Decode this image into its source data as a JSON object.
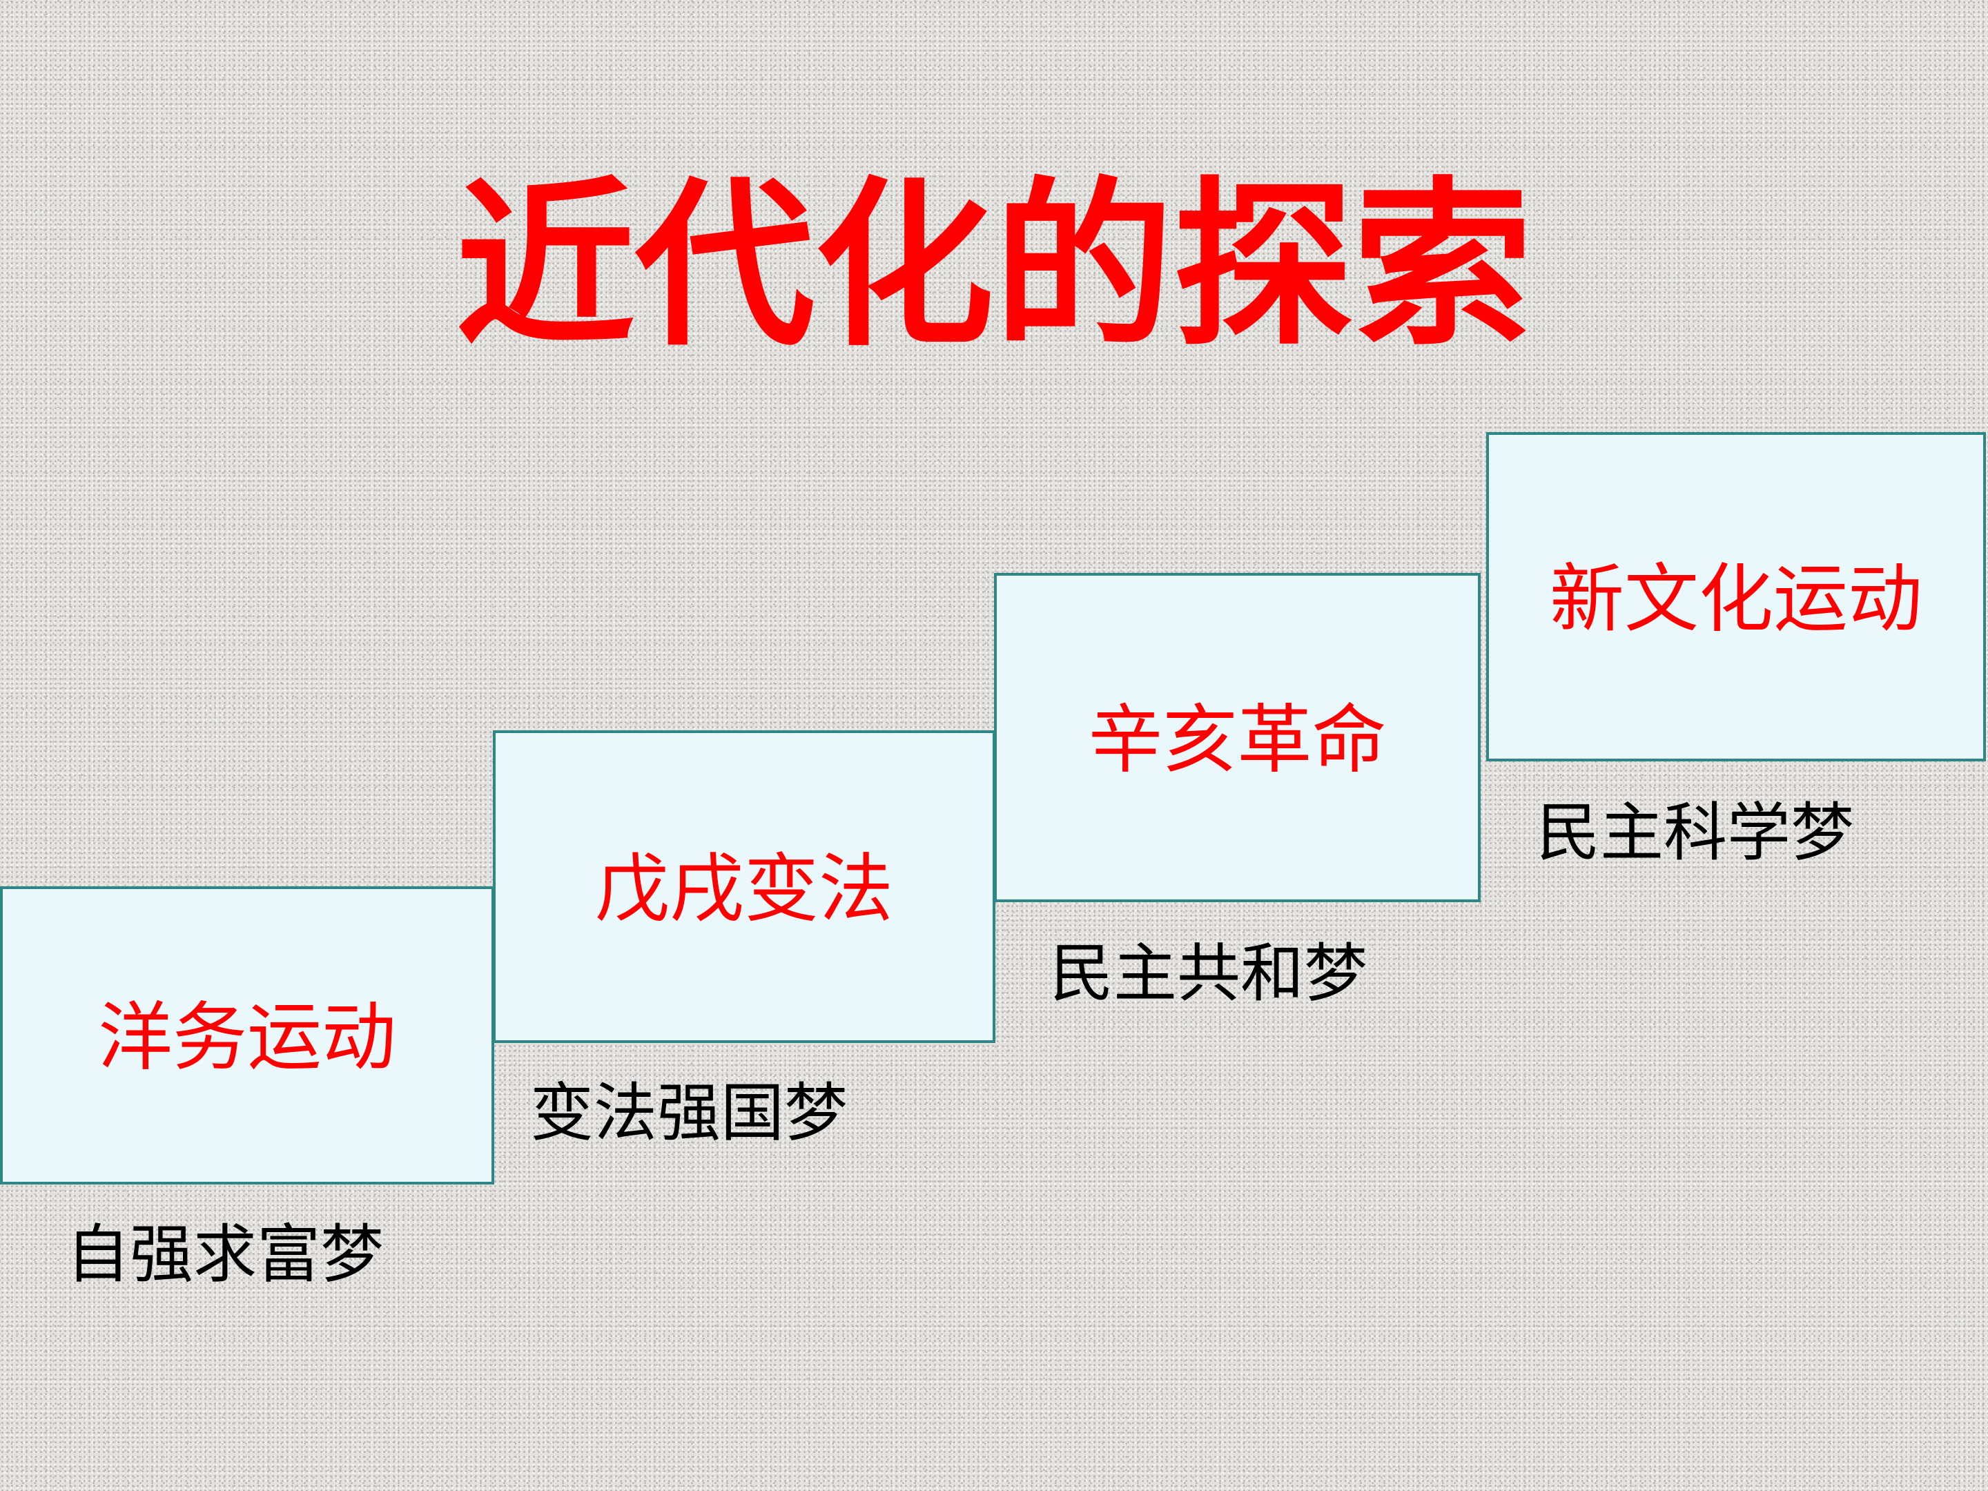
{
  "slide": {
    "title": "近代化的探索",
    "steps": [
      {
        "event": "洋务运动",
        "dream": "自强求富梦"
      },
      {
        "event": "戊戌变法",
        "dream": "变法强国梦"
      },
      {
        "event": "辛亥革命",
        "dream": "民主共和梦"
      },
      {
        "event": "新文化运动",
        "dream": "民主科学梦"
      }
    ]
  },
  "colors": {
    "title": "#ff0000",
    "event_text": "#ff0000",
    "dream_text": "#000000",
    "box_fill": "#eaf7fb",
    "box_border": "#2e8686"
  }
}
